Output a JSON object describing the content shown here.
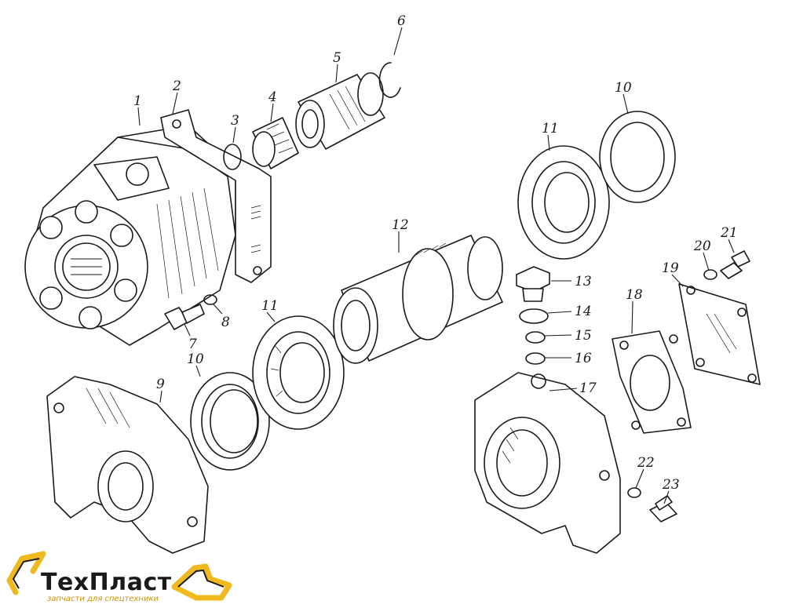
{
  "diagram": {
    "callouts": [
      "1",
      "2",
      "3",
      "4",
      "5",
      "6",
      "7",
      "8",
      "9",
      "10",
      "10",
      "11",
      "11",
      "12",
      "13",
      "14",
      "15",
      "16",
      "17",
      "18",
      "19",
      "20",
      "21",
      "22",
      "23"
    ]
  },
  "logo": {
    "name": "ТехПласт",
    "tagline": "запчасти для спецтехники",
    "accent_color": "#f0b91e",
    "ink_color": "#1a1a1a"
  }
}
